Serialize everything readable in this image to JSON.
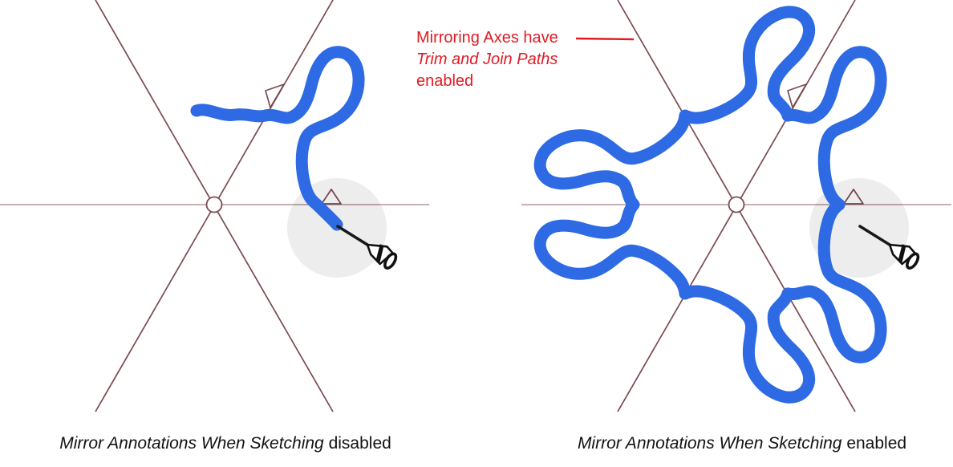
{
  "annotation": {
    "line1": "Mirroring Axes have",
    "line2_italic": "Trim and Join Paths",
    "line3": "enabled"
  },
  "captions": {
    "left_italic": "Mirror Annotations When Sketching ",
    "left_state": "disabled",
    "right_italic": "Mirror Annotations When Sketching ",
    "right_state": "enabled"
  },
  "colors": {
    "sketch_blue": "#2d6ae3",
    "axis_diagonal": "#7b4a51",
    "axis_horizontal": "#bfa4a9",
    "annotation_red": "#e01b24",
    "touch_indicator": "rgba(0,0,0,0.07)"
  },
  "icons": {
    "pen": "pen-nib-cursor-icon",
    "trim_marker": "axis-join-triangle",
    "center": "mirror-center-circle"
  }
}
